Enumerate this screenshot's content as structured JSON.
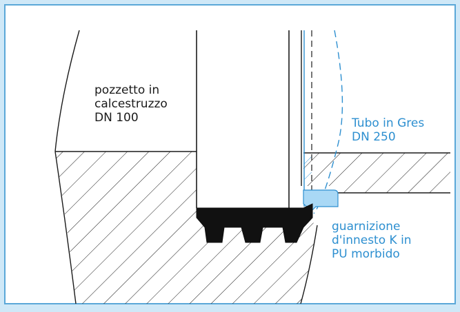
{
  "labels": {
    "manhole_line1": "pozzetto in",
    "manhole_line2": "calcestruzzo",
    "manhole_line3": "DN 100",
    "pipe_line1": "Tubo in Gres",
    "pipe_line2": "DN 250",
    "seal_line1": "guarnizione",
    "seal_line2": "d'innesto K in",
    "seal_line3": "PU morbido"
  },
  "colors": {
    "background": "#cfe8f7",
    "panel": "#ffffff",
    "frame": "#5aa7d8",
    "line_black": "#1a1a1a",
    "accent_blue": "#2d8fd0",
    "seal_fill": "#a9d8f5",
    "seal_black": "#111111"
  }
}
